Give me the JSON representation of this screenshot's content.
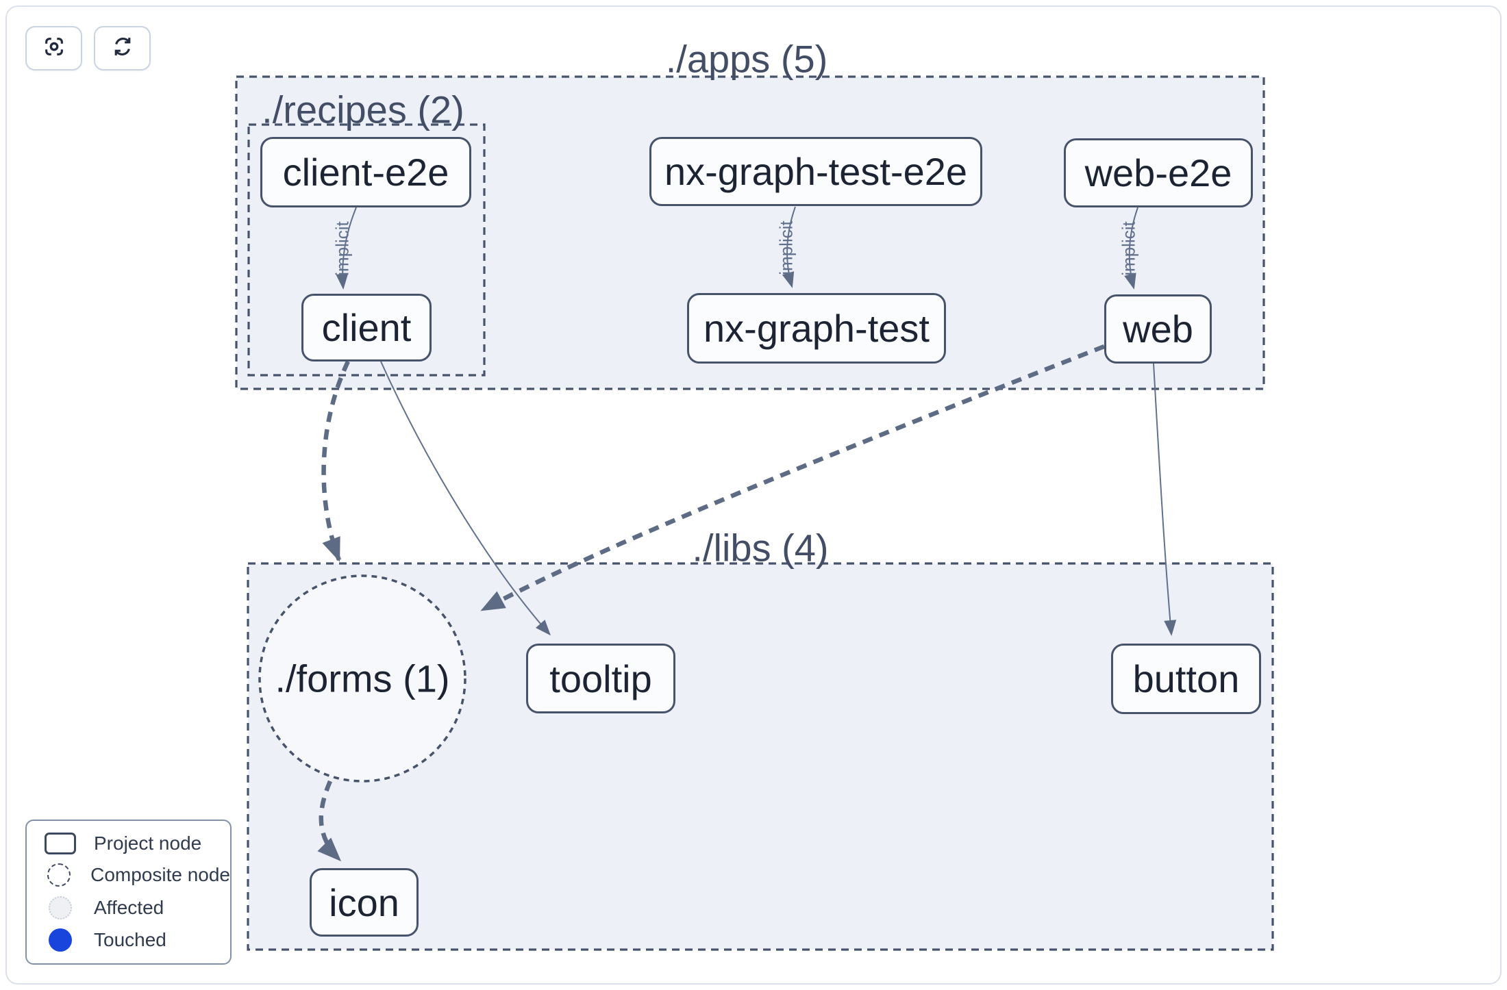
{
  "toolbar": {
    "buttons": [
      {
        "id": "focus",
        "icon": "focus-icon"
      },
      {
        "id": "refresh",
        "icon": "refresh-icon"
      }
    ]
  },
  "groups": [
    {
      "id": "apps",
      "label": "./apps (5)",
      "shape": "dashed-rect"
    },
    {
      "id": "recipes",
      "label": "./recipes (2)",
      "shape": "dashed-rect"
    },
    {
      "id": "libs",
      "label": "./libs (4)",
      "shape": "dashed-rect"
    },
    {
      "id": "forms",
      "label": "./forms (1)",
      "shape": "dashed-circle",
      "type": "composite-node"
    }
  ],
  "nodes": [
    {
      "id": "client-e2e",
      "label": "client-e2e",
      "group": "recipes"
    },
    {
      "id": "nx-graph-test-e2e",
      "label": "nx-graph-test-e2e",
      "group": "apps"
    },
    {
      "id": "web-e2e",
      "label": "web-e2e",
      "group": "apps"
    },
    {
      "id": "client",
      "label": "client",
      "group": "recipes"
    },
    {
      "id": "nx-graph-test",
      "label": "nx-graph-test",
      "group": "apps"
    },
    {
      "id": "web",
      "label": "web",
      "group": "apps"
    },
    {
      "id": "tooltip",
      "label": "tooltip",
      "group": "libs"
    },
    {
      "id": "button",
      "label": "button",
      "group": "libs"
    },
    {
      "id": "icon",
      "label": "icon",
      "group": "libs"
    }
  ],
  "edges": [
    {
      "source": "client-e2e",
      "target": "client",
      "label": "implicit",
      "style": "thin-solid"
    },
    {
      "source": "nx-graph-test-e2e",
      "target": "nx-graph-test",
      "label": "implicit",
      "style": "thin-solid"
    },
    {
      "source": "web-e2e",
      "target": "web",
      "label": "implicit",
      "style": "thin-solid"
    },
    {
      "source": "client",
      "target": "./forms",
      "label": "",
      "style": "thick-dashed"
    },
    {
      "source": "client",
      "target": "tooltip",
      "label": "",
      "style": "thin-solid"
    },
    {
      "source": "web",
      "target": "./forms",
      "label": "",
      "style": "thick-dashed"
    },
    {
      "source": "web",
      "target": "button",
      "label": "",
      "style": "thin-solid"
    },
    {
      "source": "./forms",
      "target": "icon",
      "label": "",
      "style": "thick-dashed"
    }
  ],
  "legend": {
    "items": [
      {
        "label": "Project node",
        "symbol": "rect-outline"
      },
      {
        "label": "Composite node",
        "symbol": "dashed-circle"
      },
      {
        "label": "Affected",
        "symbol": "dotted-light-circle"
      },
      {
        "label": "Touched",
        "symbol": "filled-blue-circle"
      }
    ]
  },
  "colors": {
    "container_fill": "#edf0f6",
    "composite_fill": "#f6f8fb",
    "node_fill": "#fbfcfe",
    "slate_border": "#47536b",
    "edge": "#5d6b85",
    "node_text": "#1c2433",
    "touched_blue": "#1a45dd"
  }
}
